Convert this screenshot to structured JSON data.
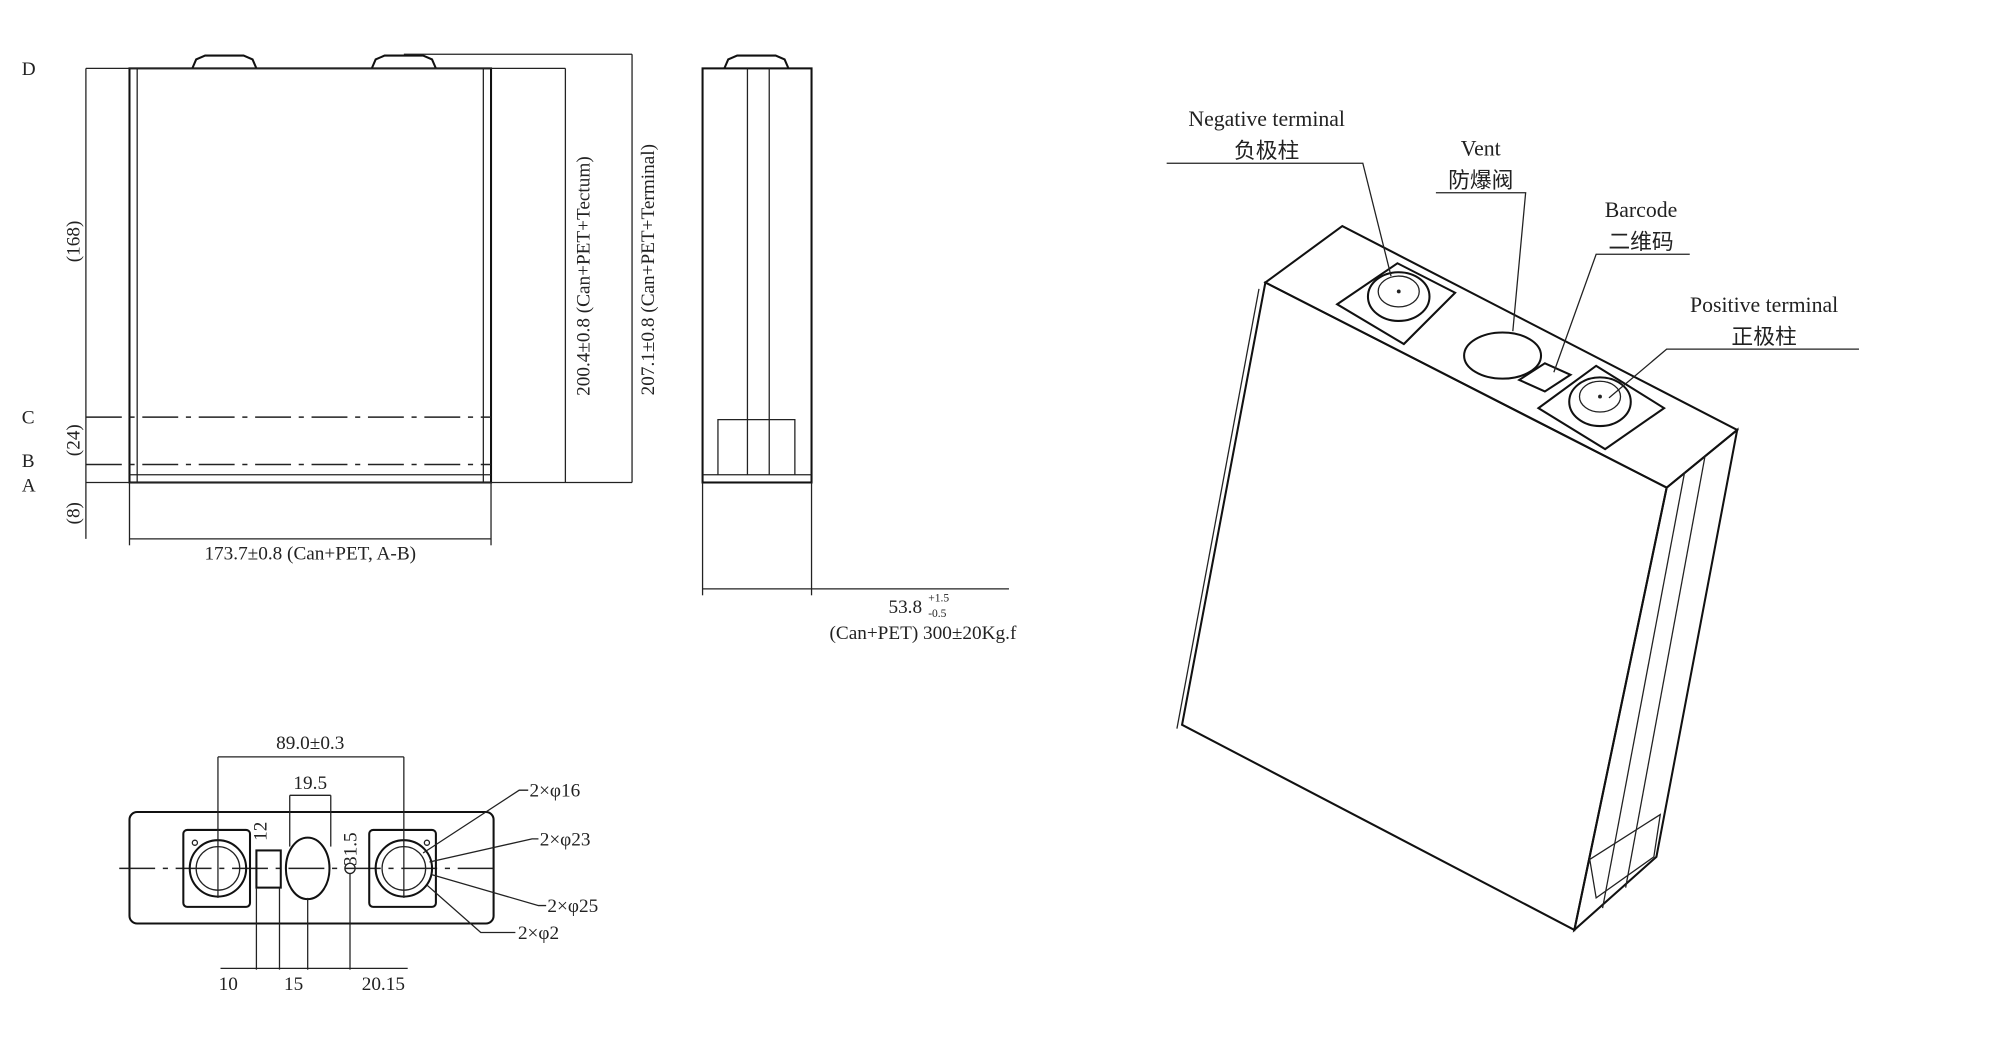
{
  "front_view": {
    "row_labels": {
      "d": "D",
      "c": "C",
      "b": "B",
      "a": "A"
    },
    "dim_168": "(168)",
    "dim_24": "(24)",
    "dim_8": "(8)",
    "width_dim": "173.7±0.8 (Can+PET, A-B)",
    "height_tectum": "200.4±0.8 (Can+PET+Tectum)",
    "height_terminal": "207.1±0.8 (Can+PET+Terminal)"
  },
  "side_view": {
    "thickness": "53.8",
    "tol_upper": "+1.5",
    "tol_lower": "-0.5",
    "note": "(Can+PET) 300±20Kg.f"
  },
  "top_view": {
    "terminal_spacing": "89.0±0.3",
    "vent_width": "19.5",
    "barcode_dim": "12",
    "vent_height": "31.5",
    "callouts": [
      "2×φ16",
      "2×φ23",
      "2×φ25",
      "2×φ2"
    ],
    "bottom_dims": [
      "10",
      "15",
      "20.15"
    ]
  },
  "isometric": {
    "negative_en": "Negative terminal",
    "negative_cn": "负极柱",
    "vent_en": "Vent",
    "vent_cn": "防爆阀",
    "barcode_en": "Barcode",
    "barcode_cn": "二维码",
    "positive_en": "Positive terminal",
    "positive_cn": "正极柱"
  }
}
